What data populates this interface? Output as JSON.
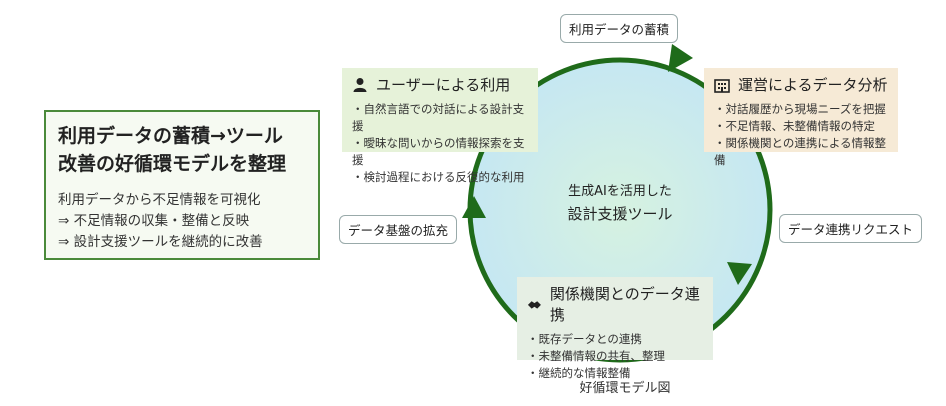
{
  "summary": {
    "title_line1": "利用データの蓄積→ツール",
    "title_line2": "改善の好循環モデルを整理",
    "lines": [
      "利用データから不足情報を可視化",
      "⇒ 不足情報の収集・整備と反映",
      "⇒ 設計支援ツールを継続的に改善"
    ]
  },
  "center": {
    "line1": "生成AIを活用した",
    "line2": "設計支援ツール"
  },
  "stages": {
    "user": {
      "title": "ユーザーによる利用",
      "icon": "person-icon",
      "items": [
        "自然言語での対話による設計支援",
        "曖昧な問いからの情報探索を支援",
        "検討過程における反復的な利用"
      ]
    },
    "ops": {
      "title": "運営によるデータ分析",
      "icon": "building-icon",
      "items": [
        "対話履歴から現場ニーズを把握",
        "不足情報、未整備情報の特定",
        "関係機関との連携による情報整備"
      ]
    },
    "org": {
      "title": "関係機関とのデータ連携",
      "icon": "handshake-icon",
      "items": [
        "既存データとの連携",
        "未整備情報の共有、整理",
        "継続的な情報整備"
      ]
    }
  },
  "flows": {
    "top": "利用データの蓄積",
    "right": "データ連携リクエスト",
    "left": "データ基盤の拡充"
  },
  "caption": "好循環モデル図",
  "colors": {
    "cycle": "#1f6b1a",
    "fill_center": "#cdeedd",
    "fill_edge": "#c8e6f5"
  }
}
